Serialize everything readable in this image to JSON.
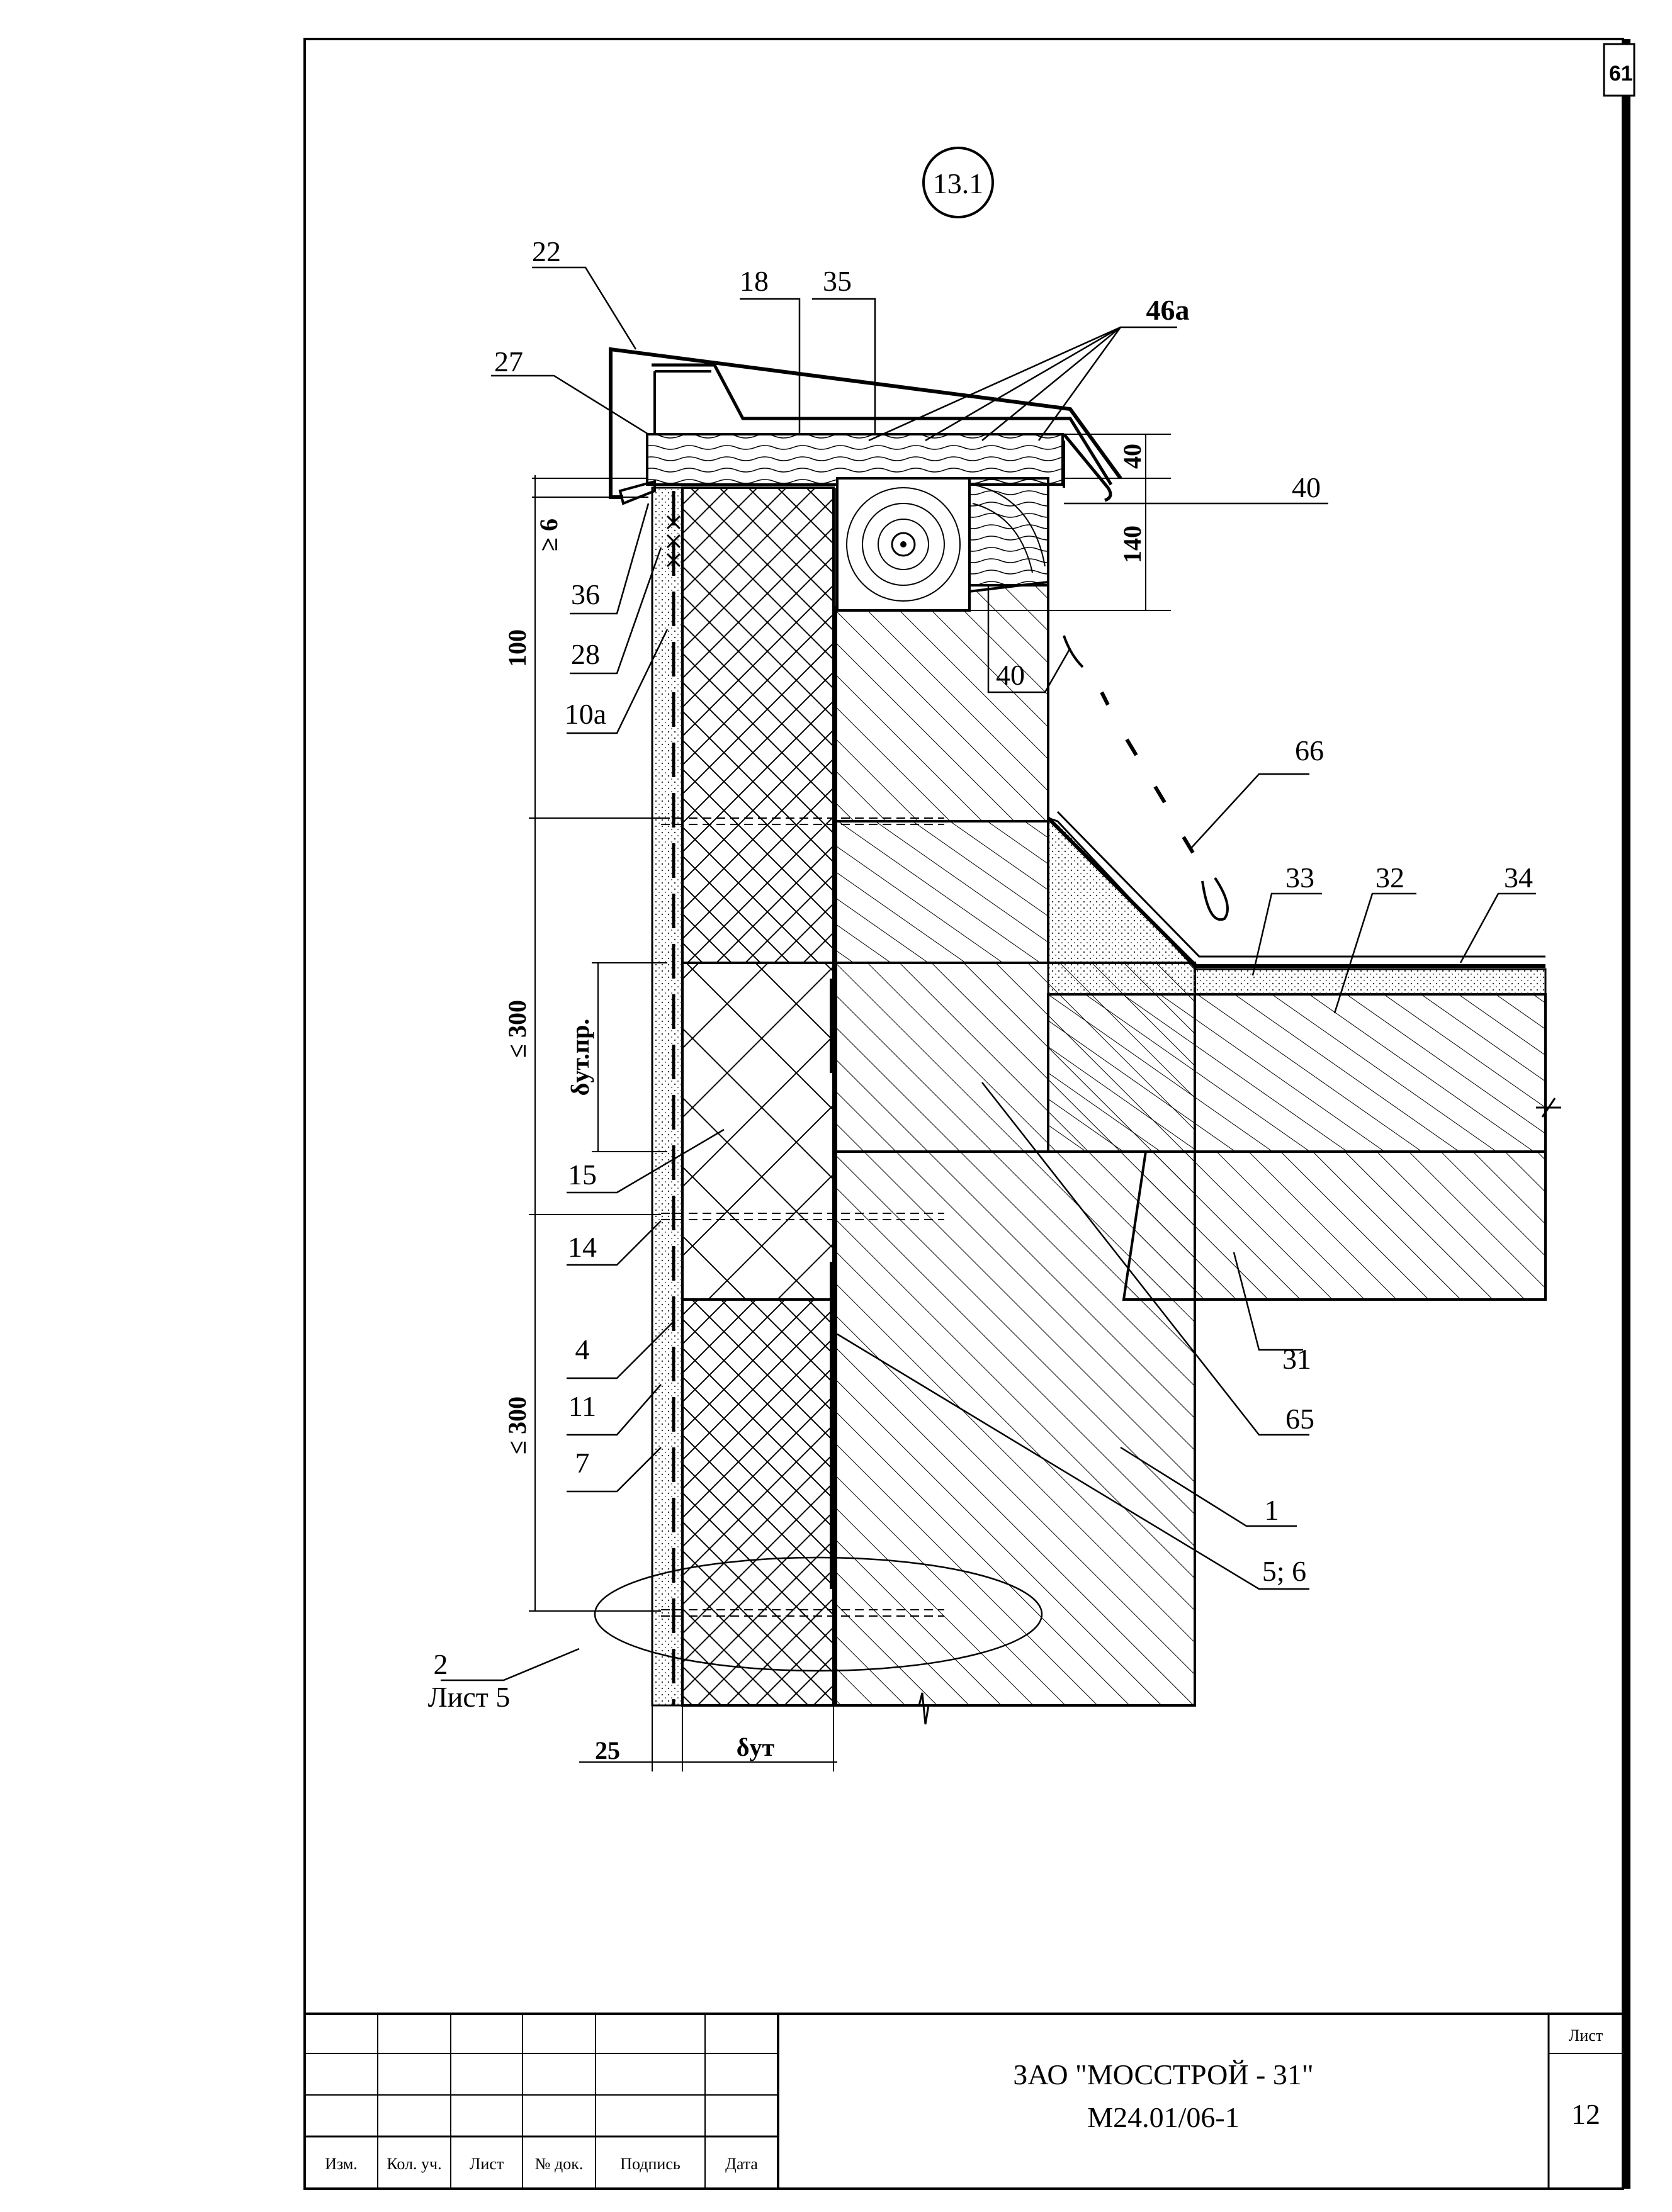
{
  "detail": {
    "id": "13.1"
  },
  "corner_tab": "61",
  "callouts": {
    "c22": "22",
    "c27": "27",
    "c18": "18",
    "c35": "35",
    "c46a": "46а",
    "c40a": "40",
    "c40b": "40",
    "c66": "66",
    "c33": "33",
    "c32": "32",
    "c34": "34",
    "c36": "36",
    "c28": "28",
    "c10a": "10а",
    "c15": "15",
    "c14": "14",
    "c4": "4",
    "c11": "11",
    "c7": "7",
    "c31": "31",
    "c65": "65",
    "c1": "1",
    "c56": "5; 6",
    "c2": "2",
    "c2ref": "Лист 5"
  },
  "dimensions": {
    "d40": "40",
    "d140": "140",
    "d6": "≥ 6",
    "d100": "100",
    "d300a": "≤ 300",
    "d300b": "≤ 300",
    "d25": "25",
    "d_ut": "δут",
    "d_ut_pr": "δут.пр."
  },
  "title_block": {
    "headers": [
      "Изм.",
      "Кол. уч.",
      "Лист",
      "№ док.",
      "Подпись",
      "Дата"
    ],
    "company": "ЗАО \"МОССТРОЙ - 31\"",
    "code": "М24.01/06-1",
    "sheet_label": "Лист",
    "sheet_number": "12"
  }
}
